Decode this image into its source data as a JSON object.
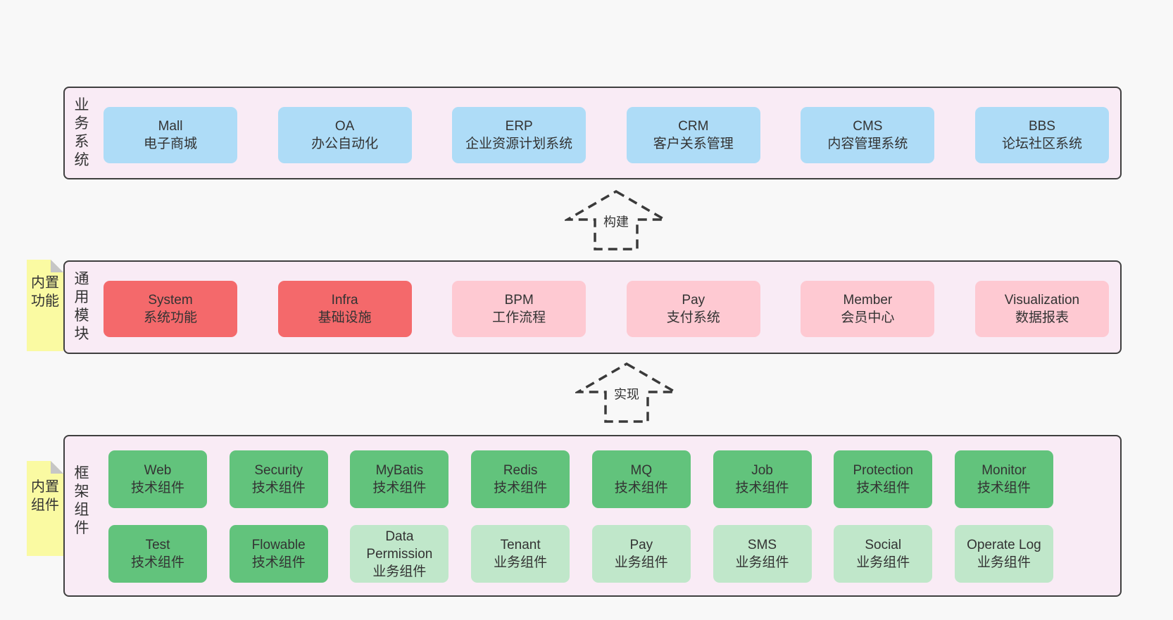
{
  "diagram": {
    "bands": [
      {
        "label": "业务系统",
        "boxes": [
          {
            "name": "Mall",
            "desc": "电子商城",
            "variant": "blue"
          },
          {
            "name": "OA",
            "desc": "办公自动化",
            "variant": "blue"
          },
          {
            "name": "ERP",
            "desc": "企业资源计划系统",
            "variant": "blue"
          },
          {
            "name": "CRM",
            "desc": "客户关系管理",
            "variant": "blue"
          },
          {
            "name": "CMS",
            "desc": "内容管理系统",
            "variant": "blue"
          },
          {
            "name": "BBS",
            "desc": "论坛社区系统",
            "variant": "blue"
          }
        ]
      },
      {
        "label": "通用模块",
        "sticky": "内置功能",
        "boxes": [
          {
            "name": "System",
            "desc": "系统功能",
            "variant": "red"
          },
          {
            "name": "Infra",
            "desc": "基础设施",
            "variant": "red"
          },
          {
            "name": "BPM",
            "desc": "工作流程",
            "variant": "pink"
          },
          {
            "name": "Pay",
            "desc": "支付系统",
            "variant": "pink"
          },
          {
            "name": "Member",
            "desc": "会员中心",
            "variant": "pink"
          },
          {
            "name": "Visualization",
            "desc": "数据报表",
            "variant": "pink"
          }
        ]
      },
      {
        "label": "框架组件",
        "sticky": "内置组件",
        "rows": [
          [
            {
              "name": "Web",
              "desc": "技术组件",
              "variant": "green"
            },
            {
              "name": "Security",
              "desc": "技术组件",
              "variant": "green"
            },
            {
              "name": "MyBatis",
              "desc": "技术组件",
              "variant": "green"
            },
            {
              "name": "Redis",
              "desc": "技术组件",
              "variant": "green"
            },
            {
              "name": "MQ",
              "desc": "技术组件",
              "variant": "green"
            },
            {
              "name": "Job",
              "desc": "技术组件",
              "variant": "green"
            },
            {
              "name": "Protection",
              "desc": "技术组件",
              "variant": "green"
            },
            {
              "name": "Monitor",
              "desc": "技术组件",
              "variant": "green"
            }
          ],
          [
            {
              "name": "Test",
              "desc": "技术组件",
              "variant": "green"
            },
            {
              "name": "Flowable",
              "desc": "技术组件",
              "variant": "green"
            },
            {
              "name": "Data Permission",
              "desc": "业务组件",
              "variant": "green-light"
            },
            {
              "name": "Tenant",
              "desc": "业务组件",
              "variant": "green-light"
            },
            {
              "name": "Pay",
              "desc": "业务组件",
              "variant": "green-light"
            },
            {
              "name": "SMS",
              "desc": "业务组件",
              "variant": "green-light"
            },
            {
              "name": "Social",
              "desc": "业务组件",
              "variant": "green-light"
            },
            {
              "name": "Operate Log",
              "desc": "业务组件",
              "variant": "green-light"
            }
          ]
        ]
      }
    ],
    "arrows": [
      {
        "label": "构建"
      },
      {
        "label": "实现"
      }
    ],
    "colors": {
      "background": "#f8f8f8",
      "band_background": "#f9ebf5",
      "band_border": "#3f3f3f",
      "business_box": "#aedcf7",
      "core_module_box": "#f4696b",
      "extension_module_box": "#fec9d2",
      "tech_component_box": "#62c37c",
      "biz_component_box": "#c0e7ca",
      "sticky_note": "#fafaa2",
      "sticky_fold": "#c6c6c6",
      "text": "#333333"
    }
  }
}
